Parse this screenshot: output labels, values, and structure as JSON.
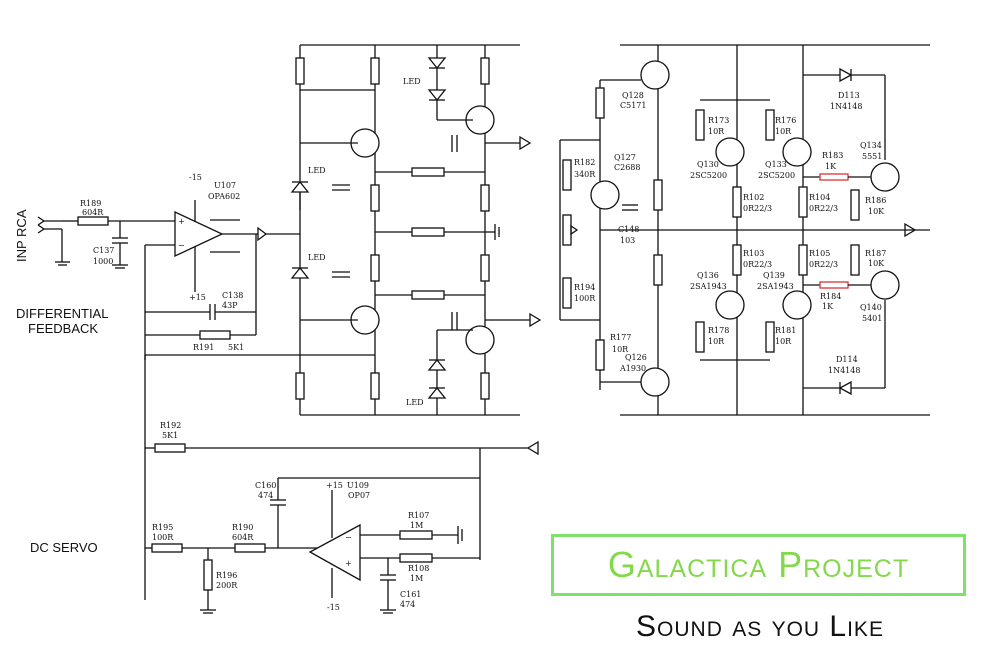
{
  "labels": {
    "inp_rca": "INP RCA",
    "diff_feedback_1": "DIFFERENTIAL",
    "diff_feedback_2": "FEEDBACK",
    "dc_servo": "DC SERVO"
  },
  "components": {
    "R189": [
      "R189",
      "604R"
    ],
    "C137": [
      "C137",
      "1000"
    ],
    "U107": [
      "U107",
      "OPA602"
    ],
    "C138": [
      "C138",
      "43P"
    ],
    "R191": [
      "R191",
      "5K1"
    ],
    "R192": [
      "R192",
      "5K1"
    ],
    "C160": [
      "C160",
      "474"
    ],
    "U109": [
      "U109",
      "OP07"
    ],
    "R107": [
      "R107",
      "1M"
    ],
    "R108": [
      "R108",
      "1M"
    ],
    "C161": [
      "C161",
      "474"
    ],
    "R195": [
      "R195",
      "100R"
    ],
    "R190": [
      "R190",
      "604R"
    ],
    "R196": [
      "R196",
      "200R"
    ],
    "Q128": [
      "Q128",
      "C5171"
    ],
    "R182": [
      "R182",
      "340R"
    ],
    "Q127": [
      "Q127",
      "C2688"
    ],
    "C148": [
      "C148",
      "103"
    ],
    "R194": [
      "R194",
      "100R"
    ],
    "R177": [
      "R177",
      "10R"
    ],
    "Q126": [
      "Q126",
      "A1930"
    ],
    "R173": [
      "R173",
      "10R"
    ],
    "Q130": [
      "Q130",
      "2SC5200"
    ],
    "R176": [
      "R176",
      "10R"
    ],
    "Q133": [
      "Q133",
      "2SC5200"
    ],
    "D113": [
      "D113",
      "1N4148"
    ],
    "R183": [
      "R183",
      "1K"
    ],
    "Q134": [
      "Q134",
      "5551"
    ],
    "R102": [
      "R102",
      "0R22/3"
    ],
    "R104": [
      "R104",
      "0R22/3"
    ],
    "R186": [
      "R186",
      "10K"
    ],
    "R103": [
      "R103",
      "0R22/3"
    ],
    "R105": [
      "R105",
      "0R22/3"
    ],
    "R187": [
      "R187",
      "10K"
    ],
    "Q136": [
      "Q136",
      "2SA1943"
    ],
    "Q139": [
      "Q139",
      "2SA1943"
    ],
    "R184": [
      "R184",
      "1K"
    ],
    "Q140": [
      "Q140",
      "5401"
    ],
    "R178": [
      "R178",
      "10R"
    ],
    "R181": [
      "R181",
      "10R"
    ],
    "D114": [
      "D114",
      "1N4148"
    ]
  },
  "pins": {
    "u107_minus15": "-15",
    "u107_plus15": "+15",
    "u109_plus15": "+15",
    "u109_minus15": "-15",
    "led": "LED"
  },
  "brand": {
    "title": "Galactica Project",
    "tagline": "Sound as you Like",
    "accent_color": "#83d94b"
  }
}
